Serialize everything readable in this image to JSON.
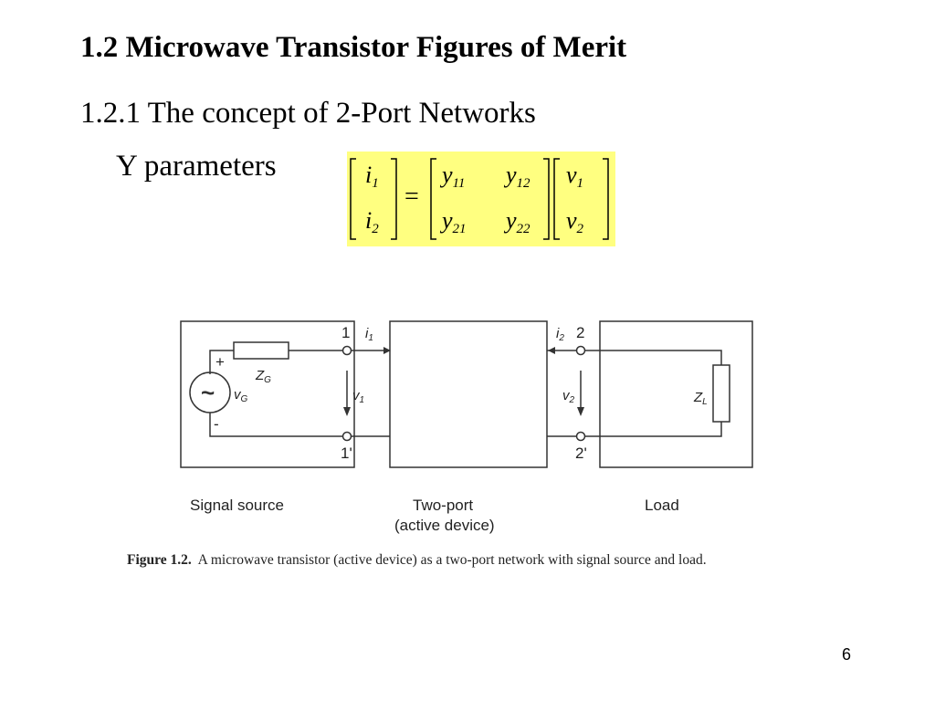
{
  "slide": {
    "title": "1.2 Microwave Transistor Figures of Merit",
    "subtitle": "1.2.1 The concept of 2-Port Networks",
    "param_label": "Y parameters",
    "page_number": "6"
  },
  "equation": {
    "lhs": [
      [
        "i",
        "1"
      ],
      [
        "i",
        "2"
      ]
    ],
    "equals": "=",
    "matrix": [
      [
        "y",
        "11"
      ],
      [
        "y",
        "12"
      ],
      [
        "y",
        "21"
      ],
      [
        "y",
        "22"
      ]
    ],
    "rhs": [
      [
        "v",
        "1"
      ],
      [
        "v",
        "2"
      ]
    ],
    "highlight_color": "#ffff80"
  },
  "figure": {
    "port1_top": "1",
    "port1_bottom": "1'",
    "port2_top": "2",
    "port2_bottom": "2'",
    "i1": "i",
    "i1_sub": "1",
    "i2": "i",
    "i2_sub": "2",
    "v1": "v",
    "v1_sub": "1",
    "v2": "v",
    "v2_sub": "2",
    "zg": "Z",
    "zg_sub": "G",
    "vg": "v",
    "vg_sub": "G",
    "zl": "Z",
    "zl_sub": "L",
    "plus": "+",
    "minus": "-",
    "tilde": "~",
    "signal_source": "Signal source",
    "two_port_line1": "Two-port",
    "two_port_line2": "(active device)",
    "load": "Load",
    "caption_label": "Figure 1.2.",
    "caption_text": "A microwave transistor (active device) as a two-port network with signal source and load."
  }
}
